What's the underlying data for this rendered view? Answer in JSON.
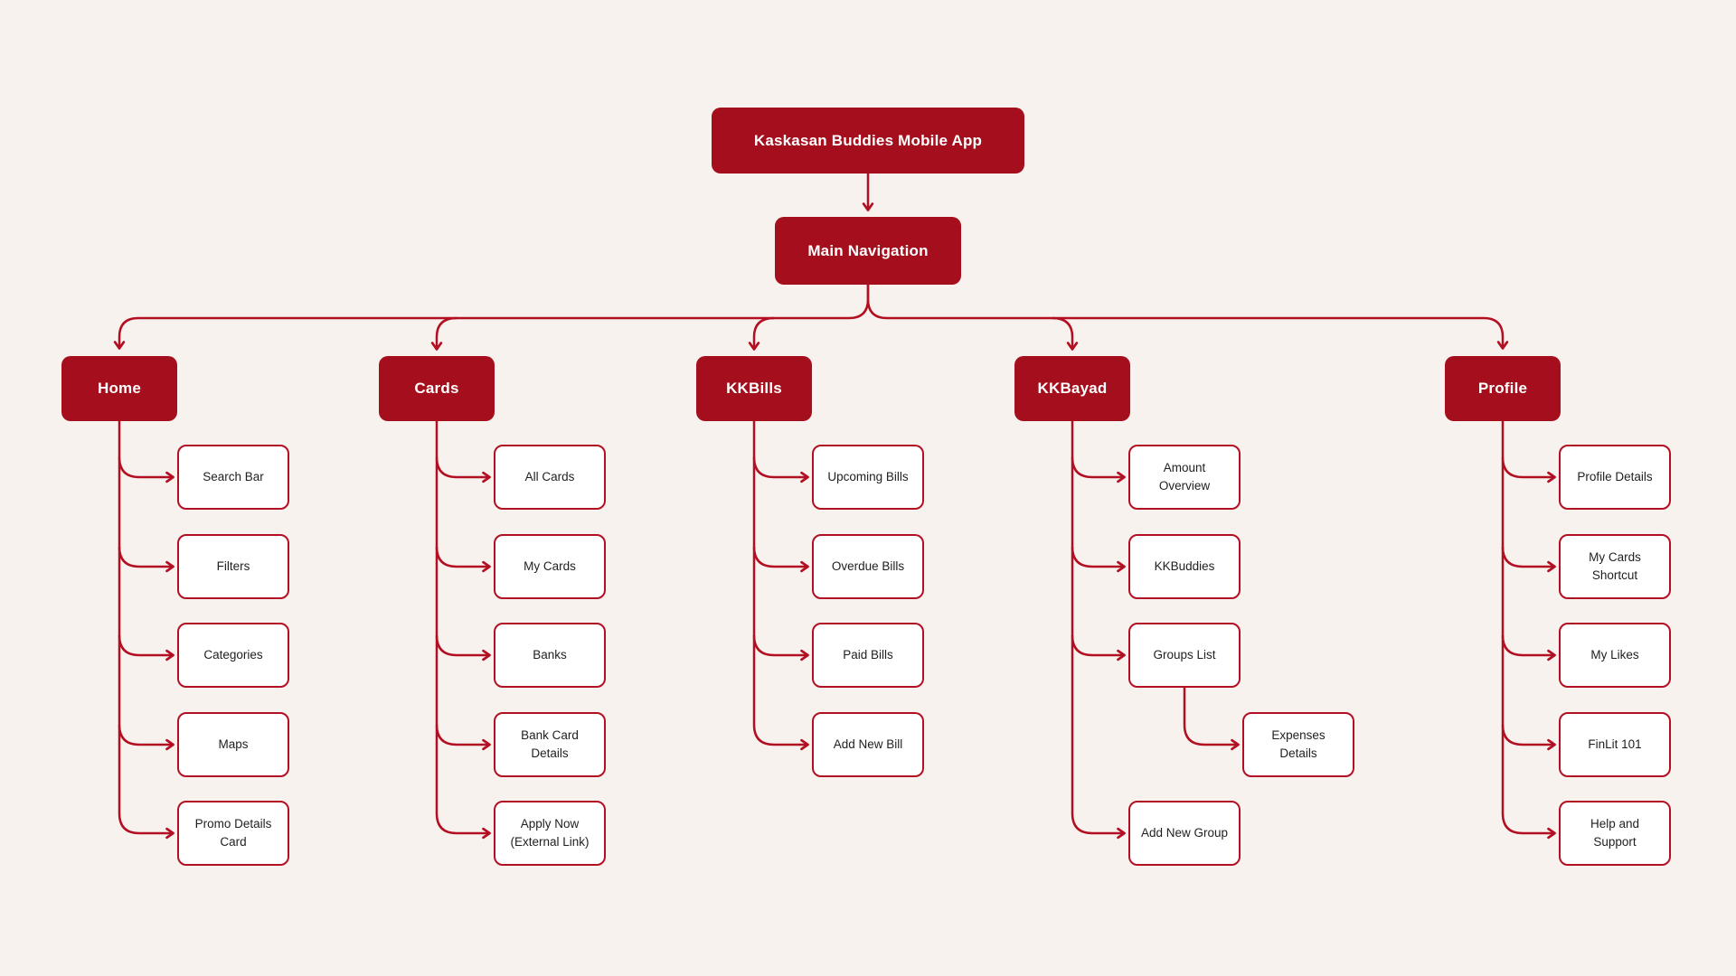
{
  "diagram": {
    "root_label": "Kaskasan Buddies Mobile App",
    "main_nav_label": "Main Navigation",
    "sections": [
      {
        "label": "Home",
        "children": [
          "Search Bar",
          "Filters",
          "Categories",
          "Maps",
          "Promo Details Card"
        ]
      },
      {
        "label": "Cards",
        "children": [
          "All Cards",
          "My Cards",
          "Banks",
          "Bank Card Details",
          "Apply Now (External Link)"
        ]
      },
      {
        "label": "KKBills",
        "children": [
          "Upcoming Bills",
          "Overdue Bills",
          "Paid Bills",
          "Add New Bill"
        ]
      },
      {
        "label": "KKBayad",
        "children": [
          "Amount Overview",
          "KKBuddies",
          "Groups List",
          "Add New Group"
        ],
        "subnode": {
          "parent": "Groups List",
          "label": "Expenses Details"
        }
      },
      {
        "label": "Profile",
        "children": [
          "Profile Details",
          "My Cards Shortcut",
          "My Likes",
          "FinLit 101",
          "Help and Support"
        ]
      }
    ],
    "colors": {
      "background": "#F8F2EF",
      "node_fill": "#A50E1C",
      "node_text": "#FFFFFF",
      "line": "#B30F22",
      "leaf_fill": "#FFFFFF",
      "leaf_border": "#B30F22",
      "leaf_text": "#1F1F1F"
    }
  }
}
